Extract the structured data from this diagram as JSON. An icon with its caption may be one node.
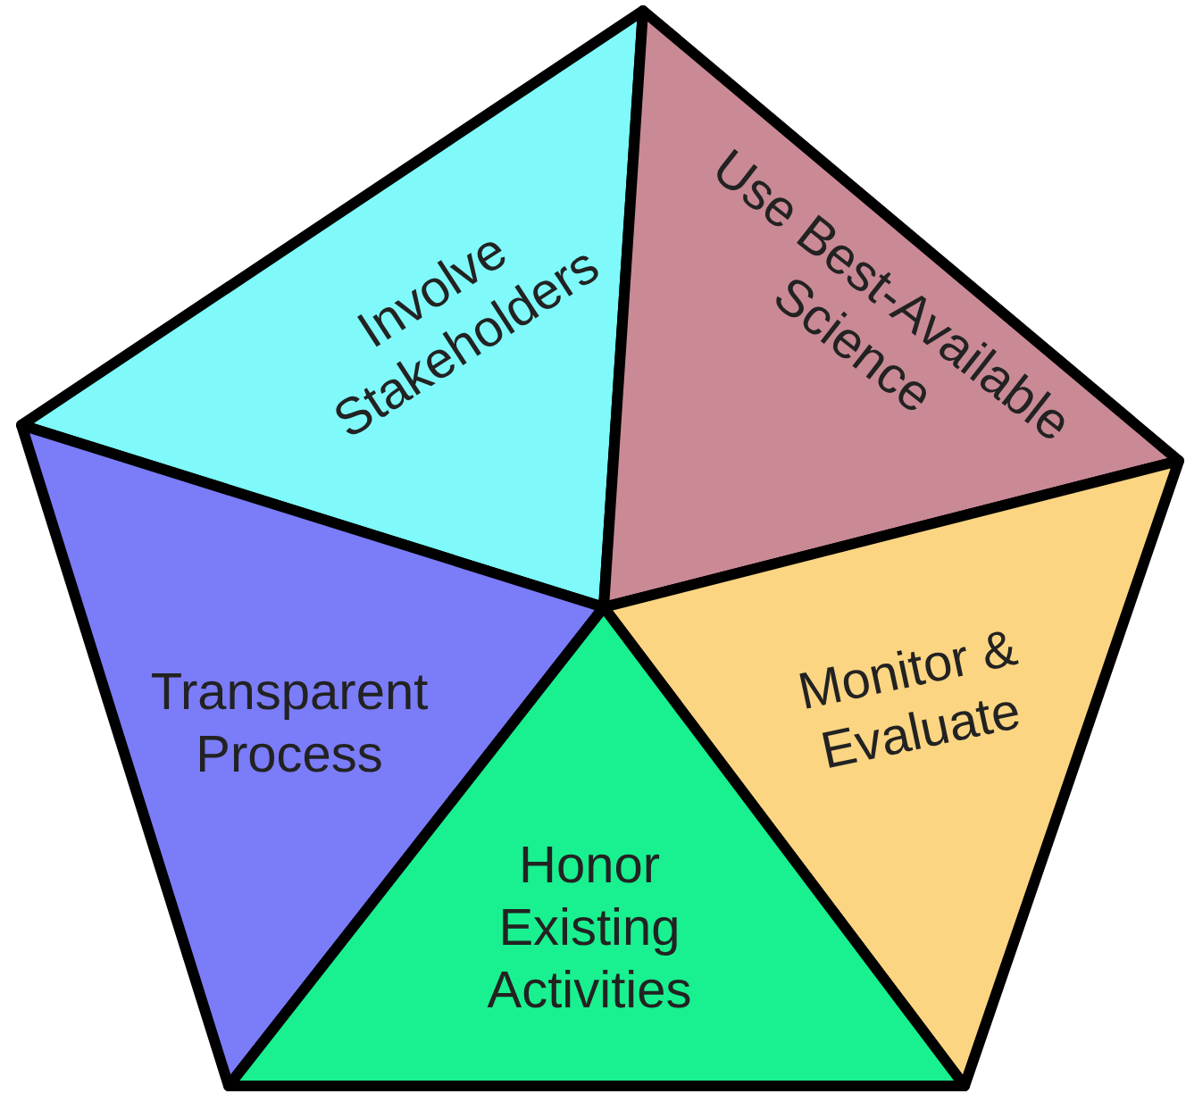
{
  "diagram": {
    "nodes": [
      {
        "text": [
          "Involve Stakeholders"
        ]
      },
      {
        "text": [
          "Use Best-Available Science"
        ]
      },
      {
        "text": [
          "Transparent Process"
        ]
      },
      {
        "text": [
          "Monitor & Evaluate"
        ]
      },
      {
        "text": [
          "Honor Existing Activities"
        ]
      }
    ]
  }
}
